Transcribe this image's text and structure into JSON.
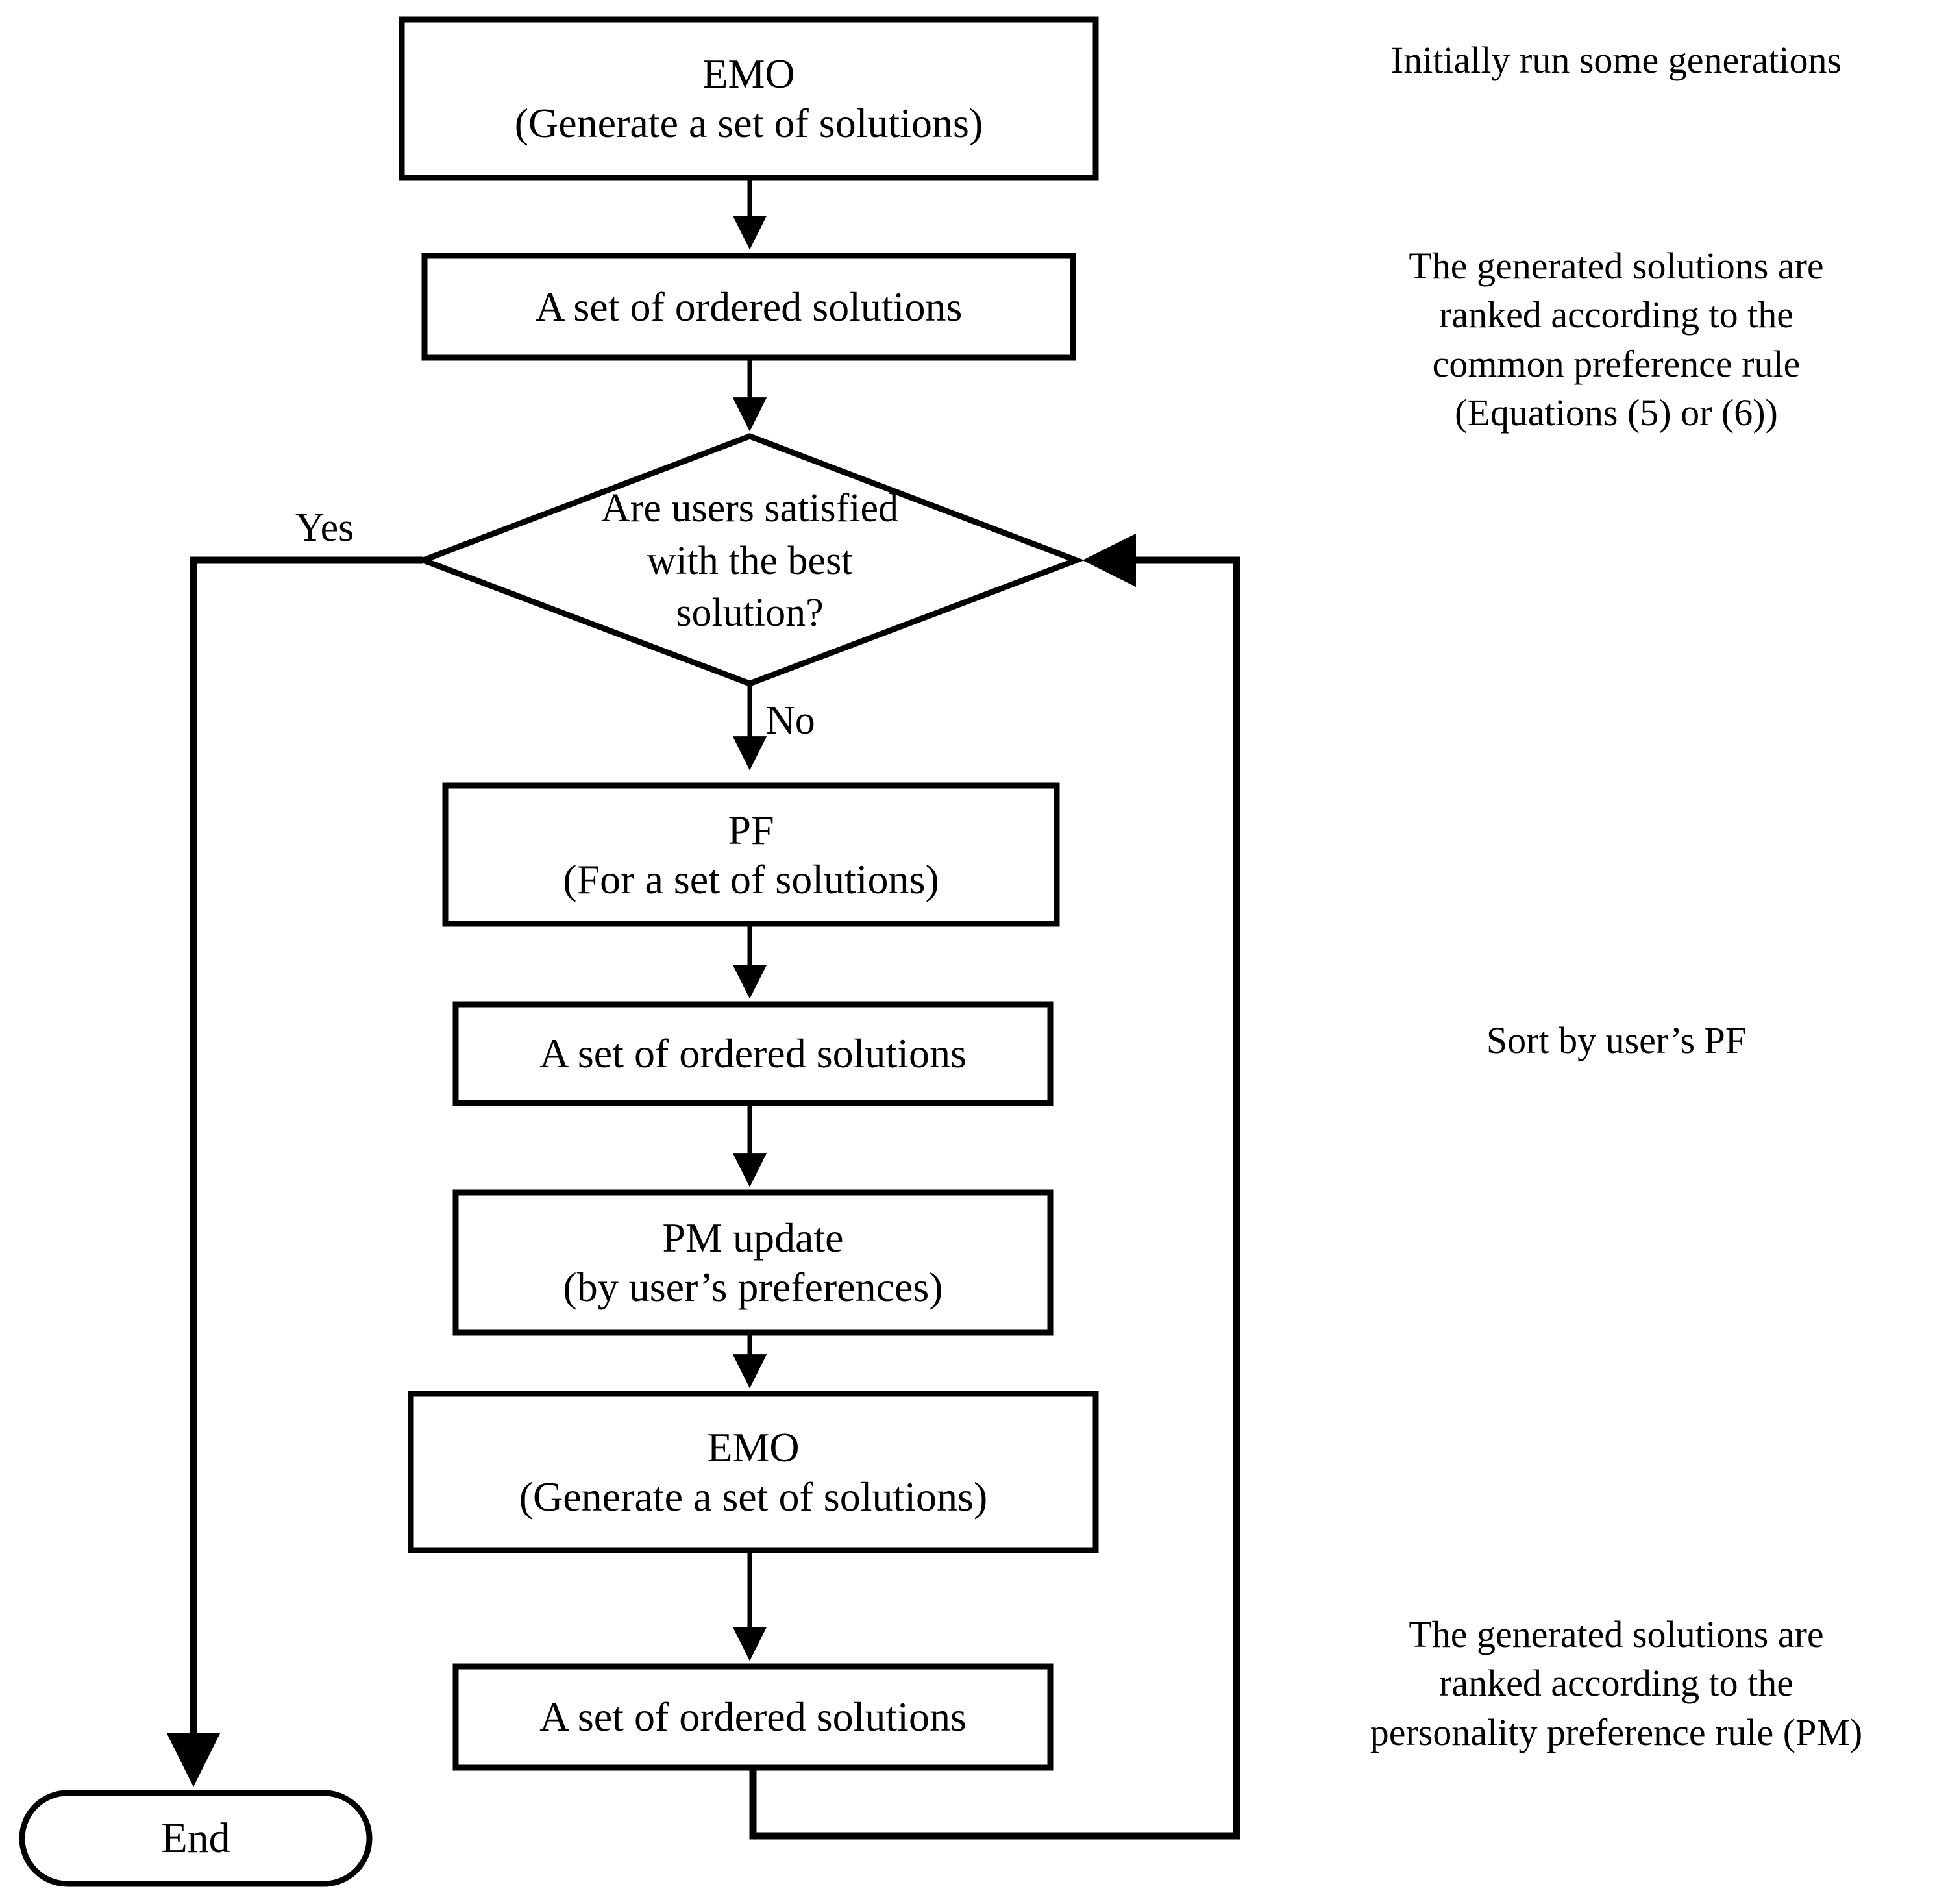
{
  "diagram": {
    "type": "flowchart",
    "title_visible": false,
    "background_color": "#ffffff",
    "stroke_color": "#000000",
    "nodes": [
      {
        "id": "emo-top",
        "shape": "process-rectangle",
        "line1": "EMO",
        "line2": "(Generate a set of solutions)"
      },
      {
        "id": "ordered-solutions-1",
        "shape": "process-rectangle",
        "line1": "A set of ordered solutions",
        "line2": ""
      },
      {
        "id": "decision-satisfied",
        "shape": "decision-diamond",
        "line1": "Are users satisfied",
        "line2": "with the best",
        "line3": "solution?"
      },
      {
        "id": "pf",
        "shape": "process-rectangle",
        "line1": "PF",
        "line2": "(For a set of solutions)"
      },
      {
        "id": "ordered-solutions-2",
        "shape": "process-rectangle",
        "line1": "A set of ordered solutions",
        "line2": ""
      },
      {
        "id": "pm-update",
        "shape": "process-rectangle",
        "line1": "PM update",
        "line2": "(by user’s preferences)"
      },
      {
        "id": "emo-bottom",
        "shape": "process-rectangle",
        "line1": "EMO",
        "line2": "(Generate a set of solutions)"
      },
      {
        "id": "ordered-solutions-3",
        "shape": "process-rectangle",
        "line1": "A set of ordered solutions",
        "line2": ""
      },
      {
        "id": "end",
        "shape": "terminator-rounded",
        "line1": "End",
        "line2": ""
      }
    ],
    "edge_labels": {
      "yes": "Yes",
      "no": "No"
    },
    "annotations": [
      {
        "id": "annotation-initial-run",
        "lines": [
          "Initially run some generations"
        ]
      },
      {
        "id": "annotation-common-preference-rule",
        "lines": [
          "The generated solutions are",
          "ranked according to the",
          "common preference rule",
          "(Equations (5) or (6))"
        ]
      },
      {
        "id": "annotation-sort-by-pf",
        "lines": [
          "Sort by user’s PF"
        ]
      },
      {
        "id": "annotation-personality-preference-rule",
        "lines": [
          "The generated solutions are",
          "ranked according to the",
          "personality preference rule (PM)"
        ]
      }
    ]
  }
}
